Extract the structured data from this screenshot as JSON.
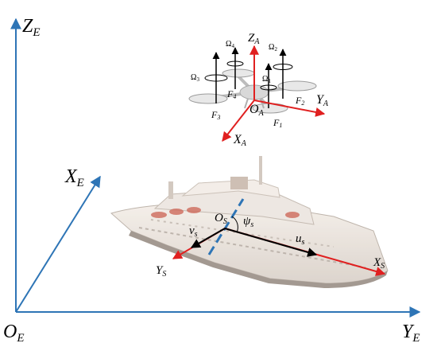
{
  "earth_frame": {
    "origin_label": "O",
    "origin_sub": "E",
    "x_label": "X",
    "x_sub": "E",
    "y_label": "Y",
    "y_sub": "E",
    "z_label": "Z",
    "z_sub": "E",
    "axis_color": "#2e75b6"
  },
  "drone_frame": {
    "origin_label": "O",
    "origin_sub": "A",
    "x_label": "X",
    "x_sub": "A",
    "y_label": "Y",
    "y_sub": "A",
    "z_label": "Z",
    "z_sub": "A",
    "axis_color": "#e02020",
    "rotors": [
      {
        "omega": "Ω",
        "omega_sub": "1",
        "force": "F",
        "force_sub": "1"
      },
      {
        "omega": "Ω",
        "omega_sub": "2",
        "force": "F",
        "force_sub": "2"
      },
      {
        "omega": "Ω",
        "omega_sub": "3",
        "force": "F",
        "force_sub": "3"
      },
      {
        "omega": "Ω",
        "omega_sub": "4",
        "force": "F",
        "force_sub": "4"
      }
    ]
  },
  "ship_frame": {
    "origin_label": "O",
    "origin_sub": "S",
    "x_label": "X",
    "x_sub": "S",
    "y_label": "Y",
    "y_sub": "S",
    "psi_label": "ψ",
    "psi_sub": "s",
    "u_label": "u",
    "u_sub": "s",
    "v_label": "v",
    "v_sub": "s",
    "axis_color": "#e02020",
    "velocity_color": "#000000",
    "heading_line_color": "#2e75b6"
  }
}
